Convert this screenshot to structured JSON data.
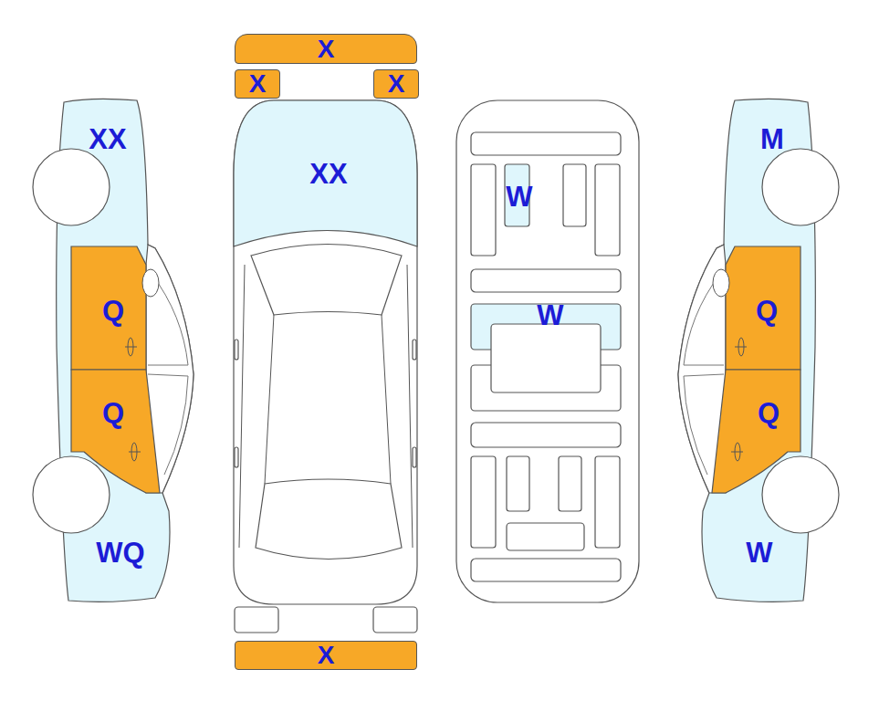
{
  "diagram": {
    "nodes": [
      {
        "text": [
          "X"
        ]
      },
      {
        "text": [
          "X"
        ]
      },
      {
        "text": [
          "X"
        ]
      },
      {
        "text": [
          "XX"
        ]
      },
      {
        "text": [
          "XX"
        ]
      },
      {
        "text": [
          "M"
        ]
      },
      {
        "text": [
          "W"
        ]
      },
      {
        "text": [
          "Q"
        ]
      },
      {
        "text": [
          "W"
        ]
      },
      {
        "text": [
          "Q"
        ]
      },
      {
        "text": [
          "Q"
        ]
      },
      {
        "text": [
          "Q"
        ]
      },
      {
        "text": [
          "WQ"
        ]
      },
      {
        "text": [
          "W"
        ]
      },
      {
        "text": [
          "X"
        ]
      }
    ]
  }
}
